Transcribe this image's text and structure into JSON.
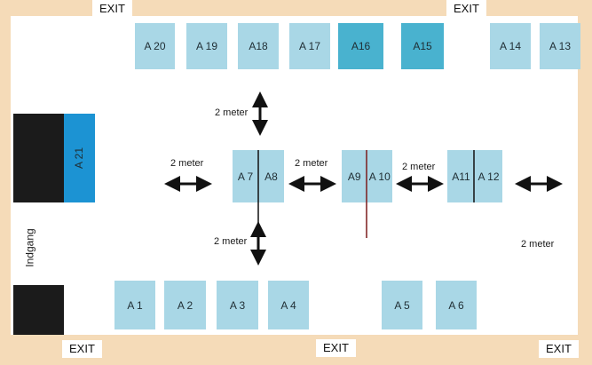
{
  "exits": [
    "EXIT",
    "EXIT",
    "EXIT",
    "EXIT",
    "EXIT"
  ],
  "booths": {
    "a1": "A 1",
    "a2": "A 2",
    "a3": "A 3",
    "a4": "A 4",
    "a5": "A 5",
    "a6": "A 6",
    "a7": "A 7",
    "a8": "A8",
    "a9": "A9",
    "a10": "A 10",
    "a11": "A11",
    "a12": "A 12",
    "a13": "A 13",
    "a14": "A 14",
    "a15": "A15",
    "a16": "A16",
    "a17": "A 17",
    "a18": "A18",
    "a19": "A 19",
    "a20": "A 20",
    "a21": "A 21"
  },
  "distance_labels": [
    "2 meter",
    "2 meter",
    "2 meter",
    "2 meter",
    "2 meter",
    "2 meter"
  ],
  "entrance_label": "Indgang",
  "colors": {
    "border": "#f5dbb8",
    "booth": "#a9d7e6",
    "booth_dark": "#49b2cf",
    "booth_blue": "#1c93d3",
    "block": "#1b1b1b"
  }
}
